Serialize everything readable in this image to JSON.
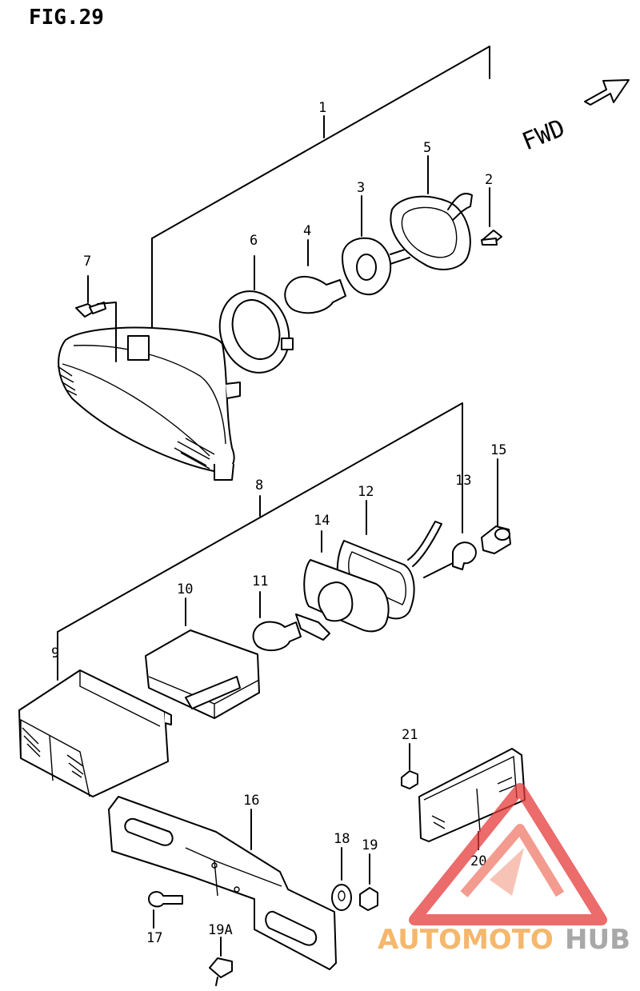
{
  "figure": {
    "title": "FIG.29",
    "direction": "FWD"
  },
  "callouts": {
    "c1": "1",
    "c2": "2",
    "c3": "3",
    "c4": "4",
    "c5": "5",
    "c6": "6",
    "c7": "7",
    "c8": "8",
    "c9": "9",
    "c10": "10",
    "c11": "11",
    "c12": "12",
    "c13": "13",
    "c14": "14",
    "c15": "15",
    "c16": "16",
    "c17": "17",
    "c18": "18",
    "c19": "19",
    "c19a": "19A",
    "c20": "20",
    "c21": "21"
  },
  "watermark": {
    "part1": "AUTOMOTO",
    "part2": "HUB",
    "color_primary": "#f2a03a",
    "color_secondary": "#8c8c8c",
    "logo_color": "#e63a3a"
  }
}
